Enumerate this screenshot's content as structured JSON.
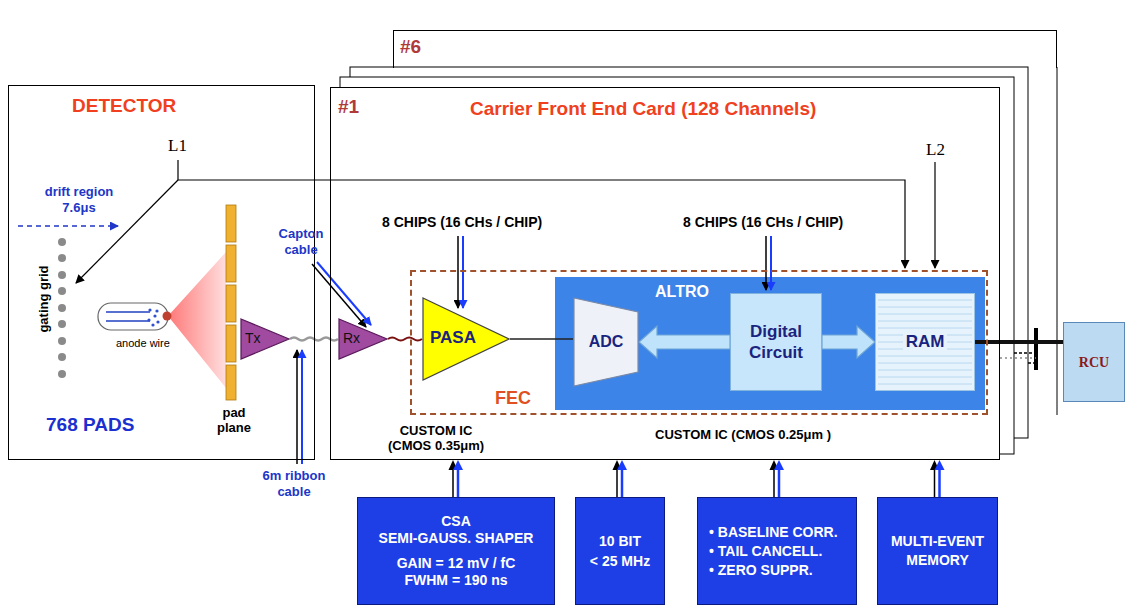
{
  "diagram": {
    "nodes": [
      {
        "text": [
          "DETECTOR",
          "768 PADS"
        ]
      },
      {
        "text": [
          "Tx"
        ],
        "in": 0
      },
      {
        "text": [
          "#6"
        ]
      },
      {
        "text": [
          "#1",
          "Carrier Front End Card (128 Channels)"
        ]
      },
      {
        "text": [
          "Rx"
        ],
        "in": 3
      },
      {
        "text": [
          "FEC"
        ],
        "in": 3
      },
      {
        "text": [
          "PASA"
        ],
        "in": 5
      },
      {
        "text": [
          "ALTRO"
        ],
        "in": 5
      },
      {
        "text": [
          "ADC"
        ],
        "in": 7
      },
      {
        "text": [
          "Digital Circuit"
        ],
        "in": 7
      },
      {
        "text": [
          "RAM"
        ],
        "in": 7
      },
      {
        "text": [
          "RCU"
        ]
      },
      {
        "text": [
          "CSA",
          "SEMI-GAUSS. SHAPER",
          "GAIN = 12 mV / fC",
          "FWHM = 190 ns"
        ]
      },
      {
        "text": [
          "10 BIT",
          "< 25 MHz"
        ]
      },
      {
        "text": [
          "• BASELINE CORR.",
          "• TAIL CANCELL.",
          "• ZERO SUPPR."
        ]
      },
      {
        "text": [
          "MULTI-EVENT MEMORY"
        ]
      }
    ],
    "edges": [
      {
        "from": 1,
        "to": 4,
        "arrow": "none"
      },
      {
        "from": 4,
        "to": 6,
        "arrow": "none"
      },
      {
        "from": 6,
        "to": 8,
        "arrow": "none"
      },
      {
        "from": 9,
        "to": 8,
        "arrow": "to"
      },
      {
        "from": 9,
        "to": 10,
        "arrow": "to"
      },
      {
        "from": 10,
        "to": 11,
        "arrow": "none"
      },
      {
        "from": 12,
        "to": 3,
        "arrow": "to"
      },
      {
        "from": 13,
        "to": 3,
        "arrow": "to"
      },
      {
        "from": 14,
        "to": 3,
        "arrow": "to"
      },
      {
        "from": 15,
        "to": 3,
        "arrow": "to"
      }
    ],
    "labels": [
      "L1",
      "drift region 7.6μs",
      "gating grid",
      "anode wire",
      "pad plane",
      "Capton cable",
      "6m ribbon cable",
      "8 CHIPS (16 CHs / CHIP)",
      "8 CHIPS (16 CHs / CHIP)",
      "L2",
      "CUSTOM IC (CMOS 0.35μm)",
      "CUSTOM IC (CMOS 0.25μm )"
    ]
  }
}
